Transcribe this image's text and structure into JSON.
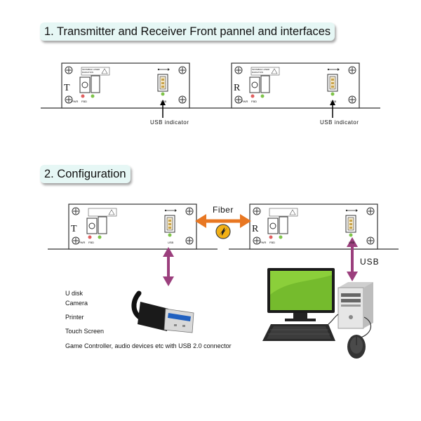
{
  "sections": {
    "interfaces_title": "1.  Transmitter and Receiver Front pannel and interfaces",
    "config_title": "2. Configuration"
  },
  "panels": {
    "transmitter_letter": "T",
    "receiver_letter": "R",
    "pwr_label": "PWR",
    "fbd_label": "FBD",
    "usb_port_label": "USB",
    "warning_text": "INVISIBLE LASER RADIATION"
  },
  "annotations": {
    "usb_indicator": "USB indicator",
    "fiber": "Fiber",
    "usb": "USB"
  },
  "devices": [
    "U disk",
    "Camera",
    "Printer",
    "Touch Screen",
    "Game Controller, audio devices etc with USB 2.0 connector"
  ],
  "colors": {
    "title_bg": "#e6f7f5",
    "fiber_arrow": "#e87722",
    "usb_arrow": "#9b3f7d",
    "led_pwr": "#e06060",
    "led_fbd": "#7fc44a",
    "screen": "#8bcf3a"
  }
}
